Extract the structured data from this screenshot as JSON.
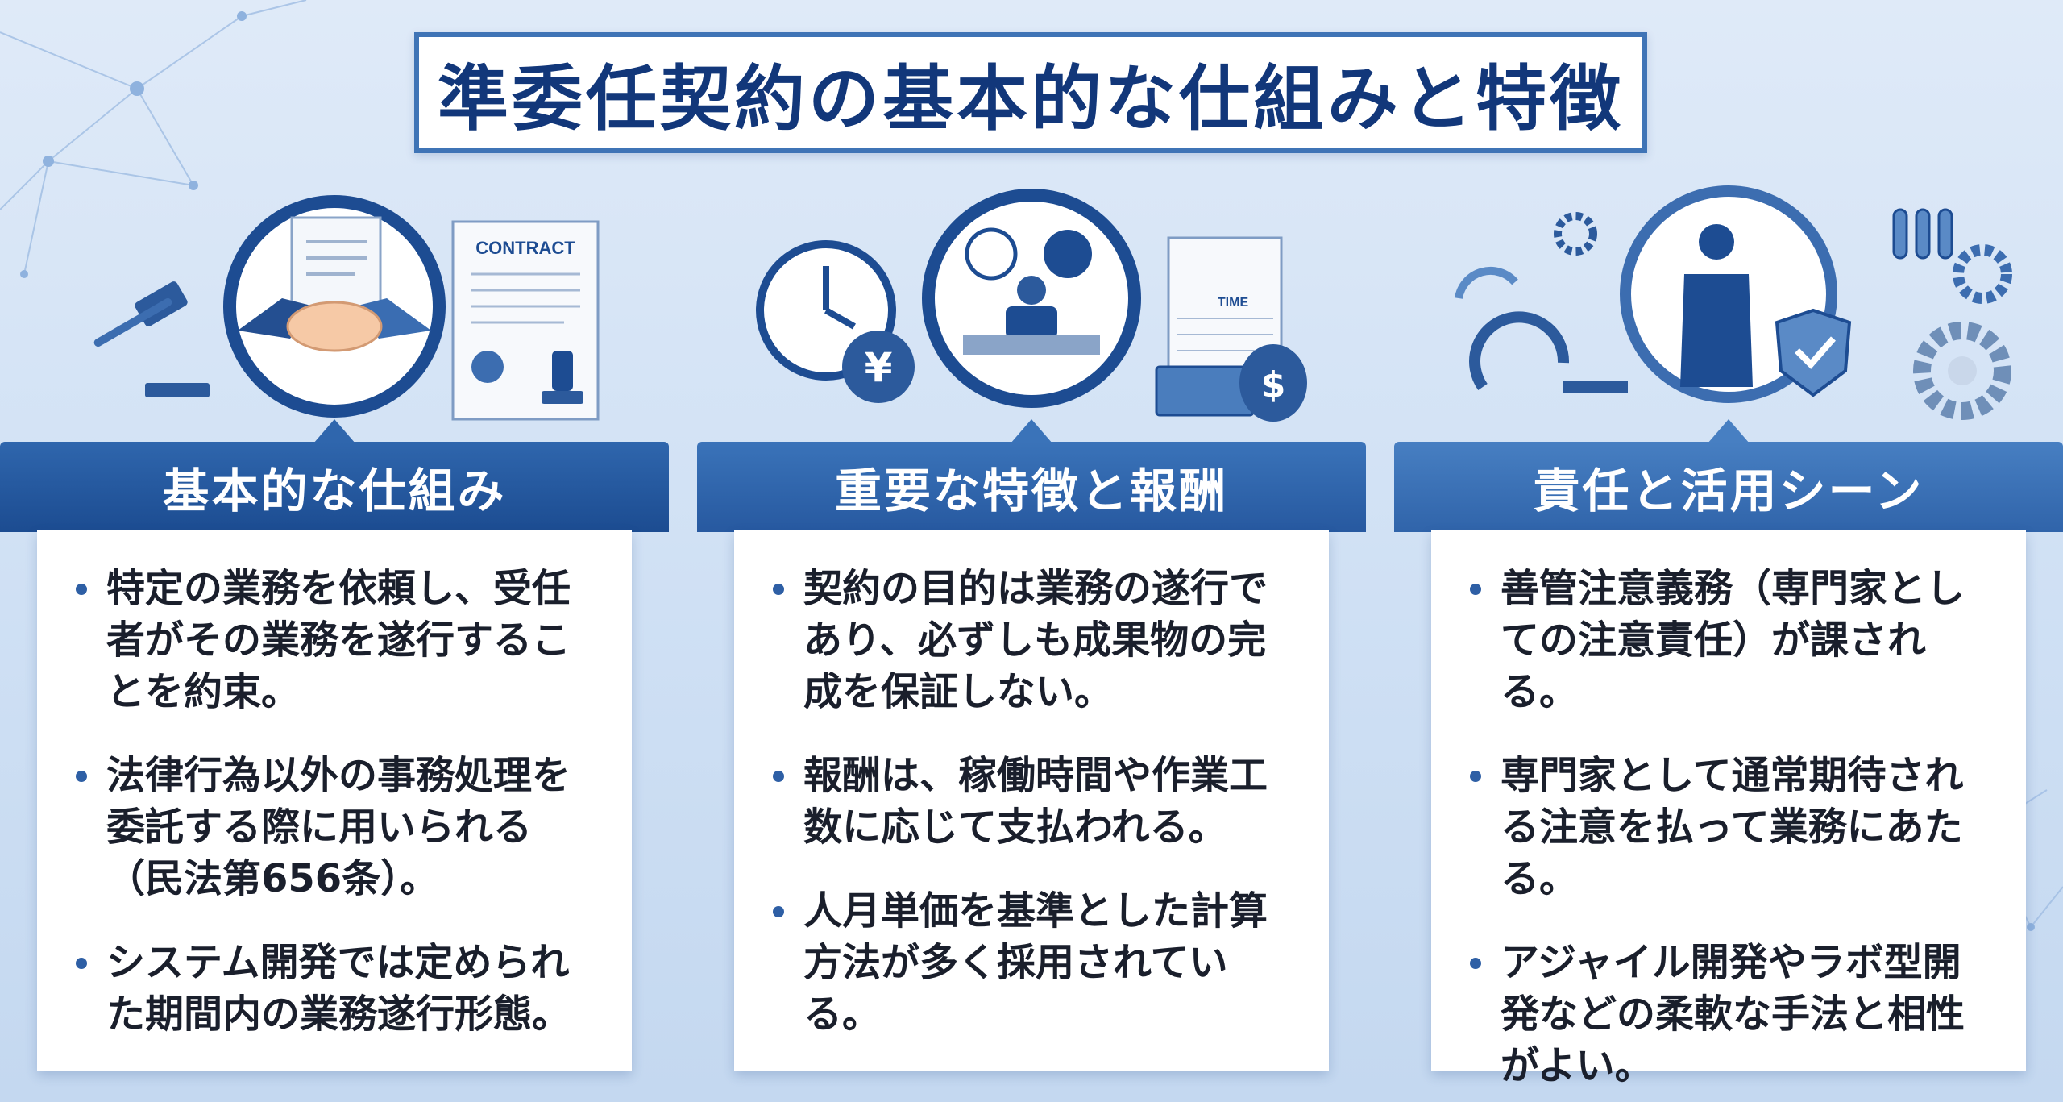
{
  "title": "準委任契約の基本的な仕組みと特徴",
  "colors": {
    "navy": "#12377a",
    "blue": "#2f66ad",
    "light_bg": "#dfeaf8"
  },
  "illustrations": {
    "contract_label": "CONTRACT",
    "time_label": "TIME",
    "yen_symbol": "¥",
    "dollar_symbol": "$"
  },
  "panels": [
    {
      "title": "基本的な仕組み",
      "items": [
        "特定の業務を依頼し、受任者がその業務を遂行することを約束。",
        "法律行為以外の事務処理を委託する際に用いられる（民法第656条）。",
        "システム開発では定められた期間内の業務遂行形態。"
      ]
    },
    {
      "title": "重要な特徴と報酬",
      "items": [
        "契約の目的は業務の遂行であり、必ずしも成果物の完成を保証しない。",
        "報酬は、稼働時間や作業工数に応じて支払われる。",
        "人月単価を基準とした計算方法が多く採用されている。"
      ]
    },
    {
      "title": "責任と活用シーン",
      "items": [
        "善管注意義務（専門家としての注意責任）が課される。",
        "専門家として通常期待される注意を払って業務にあたる。",
        "アジャイル開発やラボ型開発などの柔軟な手法と相性がよい。"
      ]
    }
  ]
}
